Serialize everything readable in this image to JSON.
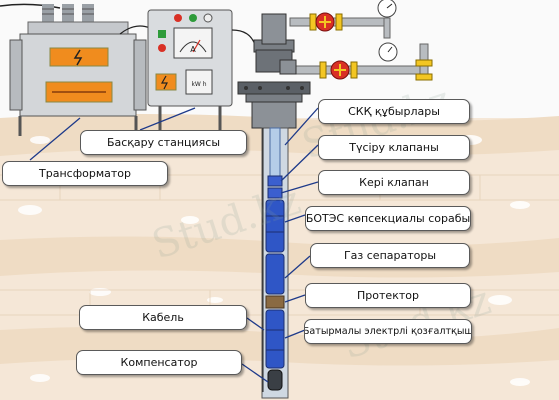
{
  "labels": {
    "control_station": "Басқару станциясы",
    "transformer": "Трансформатор",
    "tubing": "СКҚ құбырлары",
    "drain_valve": "Түсіру клапаны",
    "check_valve": "Кері клапан",
    "pump": "БОТЭС көпсекциалы сорабы",
    "gas_separator": "Газ сепараторы",
    "protector": "Протектор",
    "cable": "Кабель",
    "motor": "Батырмалы электрлі  қозғалтқыш",
    "compensator": "Компенсатор"
  },
  "meters": {
    "ammeter_unit": "A",
    "kwh_unit": "kW h"
  },
  "watermark": {
    "text": "Stud.kz"
  },
  "colors": {
    "soil_light": "#f5e7d7",
    "soil_band": "#eedcc5",
    "sky": "#fafafa",
    "tubing": "#b5cde8",
    "pump_blue": "#2f56c6",
    "valve_red": "#d93025",
    "valve_yellow": "#f3c623",
    "box_orange": "#f08c1e"
  }
}
